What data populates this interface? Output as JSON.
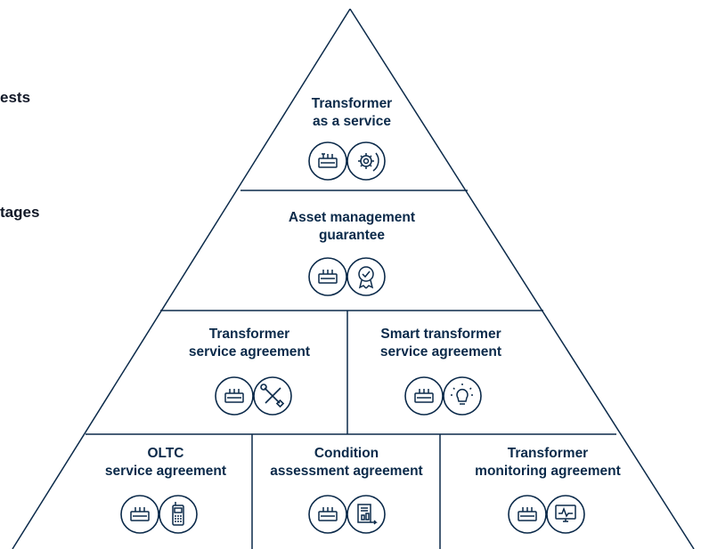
{
  "side_text": {
    "line1": "ests",
    "line2": "tages"
  },
  "colors": {
    "line": "#0b2a4a",
    "bg": "#ffffff"
  },
  "tiers": {
    "top": {
      "title_line1": "Transformer",
      "title_line2": "as a service",
      "icon_left": "transformer-icon",
      "icon_right": "gear-cycle-icon"
    },
    "second": {
      "title_line1": "Asset management",
      "title_line2": "guarantee",
      "icon_left": "transformer-icon",
      "icon_right": "award-badge-icon"
    },
    "third_left": {
      "title_line1": "Transformer",
      "title_line2": "service agreement",
      "icon_left": "transformer-icon",
      "icon_right": "tools-icon"
    },
    "third_right": {
      "title_line1": "Smart transformer",
      "title_line2": "service agreement",
      "icon_left": "transformer-icon",
      "icon_right": "lightbulb-icon"
    },
    "bottom_left": {
      "title_line1": "OLTC",
      "title_line2": "service agreement",
      "icon_left": "transformer-icon",
      "icon_right": "handheld-device-icon"
    },
    "bottom_mid": {
      "title_line1": "Condition",
      "title_line2": "assessment agreement",
      "icon_left": "transformer-icon",
      "icon_right": "report-chart-icon"
    },
    "bottom_right": {
      "title_line1": "Transformer",
      "title_line2": "monitoring agreement",
      "icon_left": "transformer-icon",
      "icon_right": "monitor-icon"
    }
  }
}
